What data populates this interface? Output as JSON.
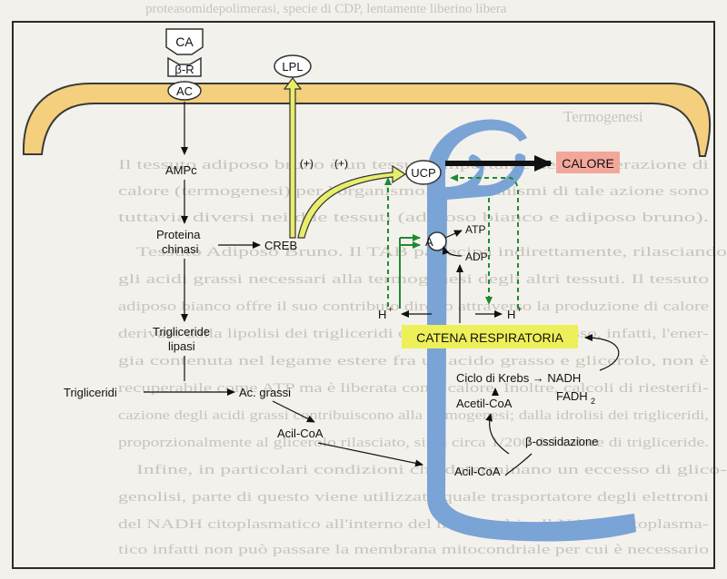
{
  "background_text": {
    "top_line": "proteasomidepolimerasi, specie di CDP, lentamente liberino libera",
    "heading": "Termogenesi",
    "paragraphs": [
      "Il tessuto adiposo bruno è un tessuto importante nella generazione di",
      "calore (termogenesi) per l'organismo. I meccanismi di tale azione sono",
      "tuttavia diversi nei due tessuti (adiposo bianco e adiposo bruno).",
      "Tessuto Adiposo Bruno. Il TAB partecipa indirettamente, rilasciando",
      "gli acidi grassi necessari alla termogenesi degli altri tessuti. Il tessuto",
      "adiposo bianco offre il suo contributo diretto attraverso la produzione di calore",
      "derivato dalla lipolisi dei trigliceridi endogeni. In tale processo, infatti, l'ener-",
      "gia contenuta nel legame estere fra un acido grasso e glicerolo, non è",
      "recuperabile come ATP ma è liberata come calore. Inoltre, calcoli di riesterifi-",
      "cazione degli acidi grassi contribuiscono alla termogenesi; dalla idrolisi dei trigliceridi,",
      "proporzionalmente al glicerolo rilasciato, si ha circa 1/200 del calore di trigliceride.",
      "Infine, in particolari condizioni che determinano un eccesso di glico-",
      "genolisi, parte di questo viene utilizzato quale trasportatore degli elettroni",
      "del NADH citoplasmatico all'interno del mitocondrio. Il NADH citoplasma-",
      "tico infatti non può passare la membrana mitocondriale per cui è necessario"
    ]
  },
  "labels": {
    "ca": "CA",
    "beta_r": "β-R",
    "ac": "AC",
    "lpl": "LPL",
    "ampc": "AMPc",
    "proteina_chinasi_1": "Proteina",
    "proteina_chinasi_2": "chinasi",
    "creb": "CREB",
    "plus_1": "(+)",
    "plus_2": "(+)",
    "ucp": "UCP",
    "calore": "CALORE",
    "atp": "ATP",
    "a": "A",
    "adp": "ADP",
    "h_left": "H",
    "h_right": "H",
    "h_sup": "+",
    "catena": "CATENA RESPIRATORIA",
    "trigliceride_lipasi_1": "Trigliceride",
    "trigliceride_lipasi_2": "lipasi",
    "trigliceridi": "Trigliceridi",
    "ac_grassi": "Ac. grassi",
    "acil_coa_outer": "Acil-CoA",
    "ciclo_krebs": "Ciclo di Krebs → NADH",
    "fadh": "FADH",
    "fadh_sub": "2",
    "acetil_coa": "Acetil-CoA",
    "beta_ossidazione": "β-ossidazione",
    "acil_coa_inner": "Acil-CoA"
  },
  "colors": {
    "membrane_fill": "#f4cf7e",
    "membrane_stroke": "#3a3a3a",
    "mito_blue": "#7aa3d6",
    "calore_fill": "#f2a79a",
    "catena_fill": "#eef05a",
    "yellow_arrow": "#e8ee6a",
    "green_dashed": "#1f8a33",
    "green_solid": "#1f8a33",
    "frame": "#2a2a2a"
  }
}
